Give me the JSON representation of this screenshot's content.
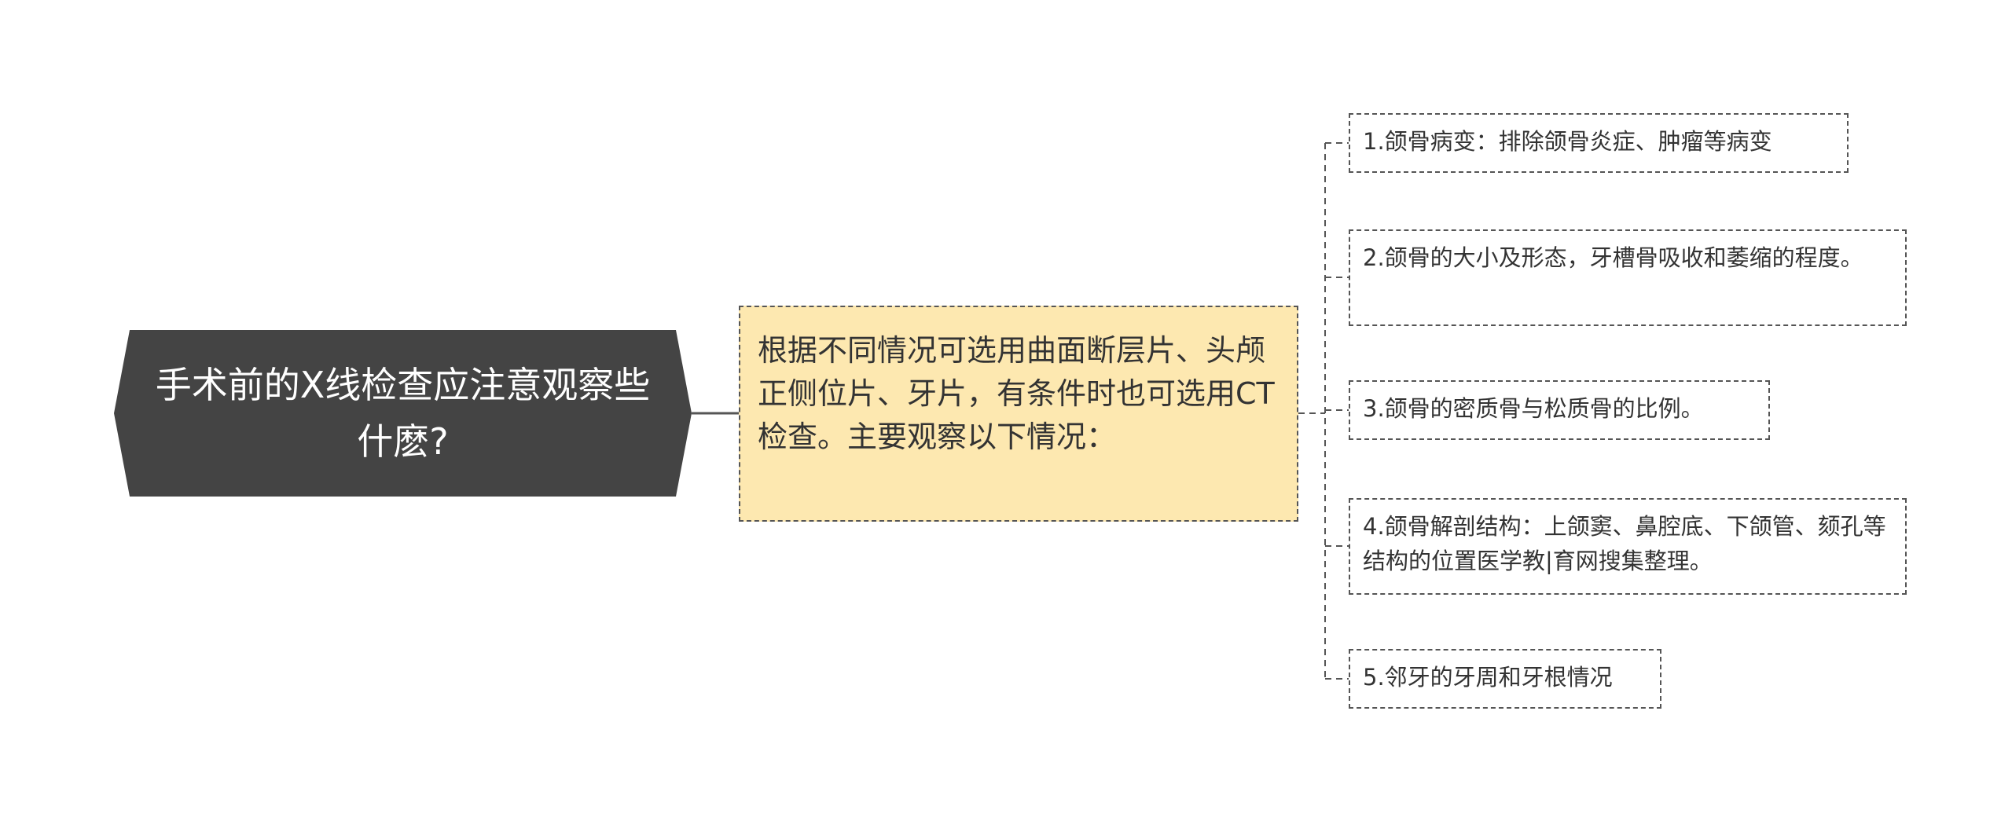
{
  "root": {
    "text": "手术前的X线检查应注意观察些什麽?",
    "fill": "#444444"
  },
  "main": {
    "text": "根据不同情况可选用曲面断层片、头颅正侧位片、牙片，有条件时也可选用CT检查。主要观察以下情况："
  },
  "items": [
    {
      "text": "1.颌骨病变：排除颌骨炎症、肿瘤等病变"
    },
    {
      "text": "2.颌骨的大小及形态，牙槽骨吸收和萎缩的程度。"
    },
    {
      "text": "3.颌骨的密质骨与松质骨的比例。"
    },
    {
      "text": "4.颌骨解剖结构：上颌窦、鼻腔底、下颌管、颏孔等结构的位置医学教|育网搜集整理。"
    },
    {
      "text": "5.邻牙的牙周和牙根情况"
    }
  ],
  "colors": {
    "root_fill": "#444444",
    "main_fill": "#fde8b0",
    "line": "#555555"
  }
}
